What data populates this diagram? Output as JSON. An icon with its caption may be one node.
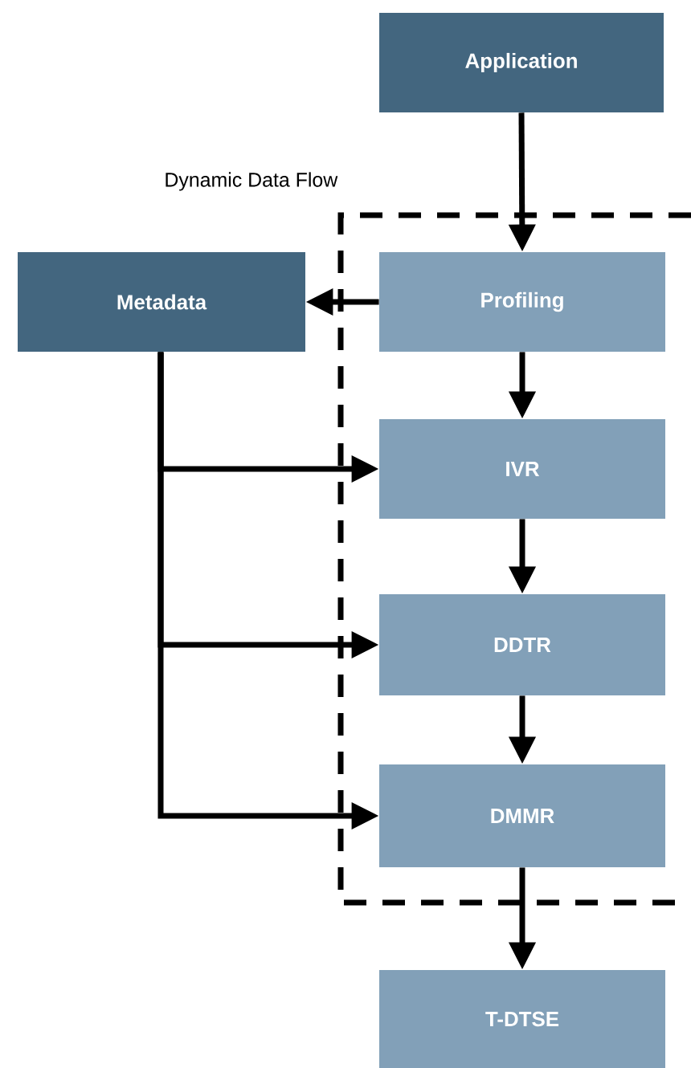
{
  "diagram": {
    "nodes": [
      {
        "text": [
          "Application"
        ]
      },
      {
        "text": [
          "Dynamic Data Flow"
        ]
      },
      {
        "text": [
          "Metadata"
        ]
      },
      {
        "text": [
          "Profiling"
        ],
        "in": 1
      },
      {
        "text": [
          "IVR"
        ],
        "in": 1
      },
      {
        "text": [
          "DDTR"
        ],
        "in": 1
      },
      {
        "text": [
          "DMMR"
        ],
        "in": 1
      },
      {
        "text": [
          "T-DTSE"
        ]
      }
    ],
    "edges": [
      {
        "from": 0,
        "to": 3,
        "arrow": "to"
      },
      {
        "from": 3,
        "to": 2,
        "arrow": "to"
      },
      {
        "from": 3,
        "to": 4,
        "arrow": "to"
      },
      {
        "from": 4,
        "to": 5,
        "arrow": "to"
      },
      {
        "from": 5,
        "to": 6,
        "arrow": "to"
      },
      {
        "from": 6,
        "to": 7,
        "arrow": "to"
      },
      {
        "from": 2,
        "to": 4,
        "arrow": "to"
      },
      {
        "from": 2,
        "to": 5,
        "arrow": "to"
      },
      {
        "from": 2,
        "to": 6,
        "arrow": "to"
      }
    ]
  }
}
